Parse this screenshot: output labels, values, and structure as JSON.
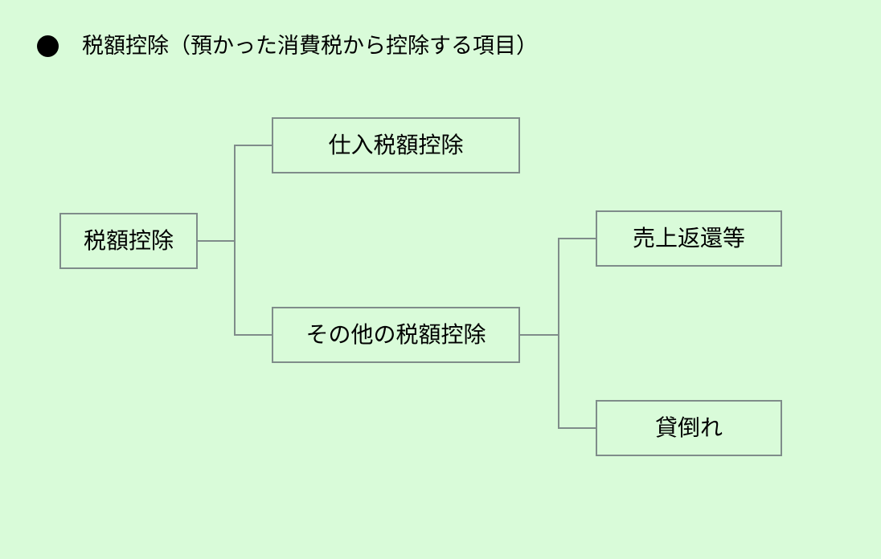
{
  "page": {
    "background_color": "#d9fbd9",
    "text_color": "#000000",
    "border_color": "#7f8c8a"
  },
  "header": {
    "bullet_icon": "filled-circle-bullet",
    "title": "税額控除（預かった消費税から控除する項目）"
  },
  "diagram": {
    "type": "tree",
    "nodes": [
      {
        "id": "root",
        "label": "税額控除"
      },
      {
        "id": "purchase",
        "label": "仕入税額控除"
      },
      {
        "id": "other",
        "label": "その他の税額控除"
      },
      {
        "id": "sales_ret",
        "label": "売上返還等"
      },
      {
        "id": "bad_debt",
        "label": "貸倒れ"
      }
    ],
    "edges": [
      {
        "from": "root",
        "to": "purchase"
      },
      {
        "from": "root",
        "to": "other"
      },
      {
        "from": "other",
        "to": "sales_ret"
      },
      {
        "from": "other",
        "to": "bad_debt"
      }
    ]
  }
}
